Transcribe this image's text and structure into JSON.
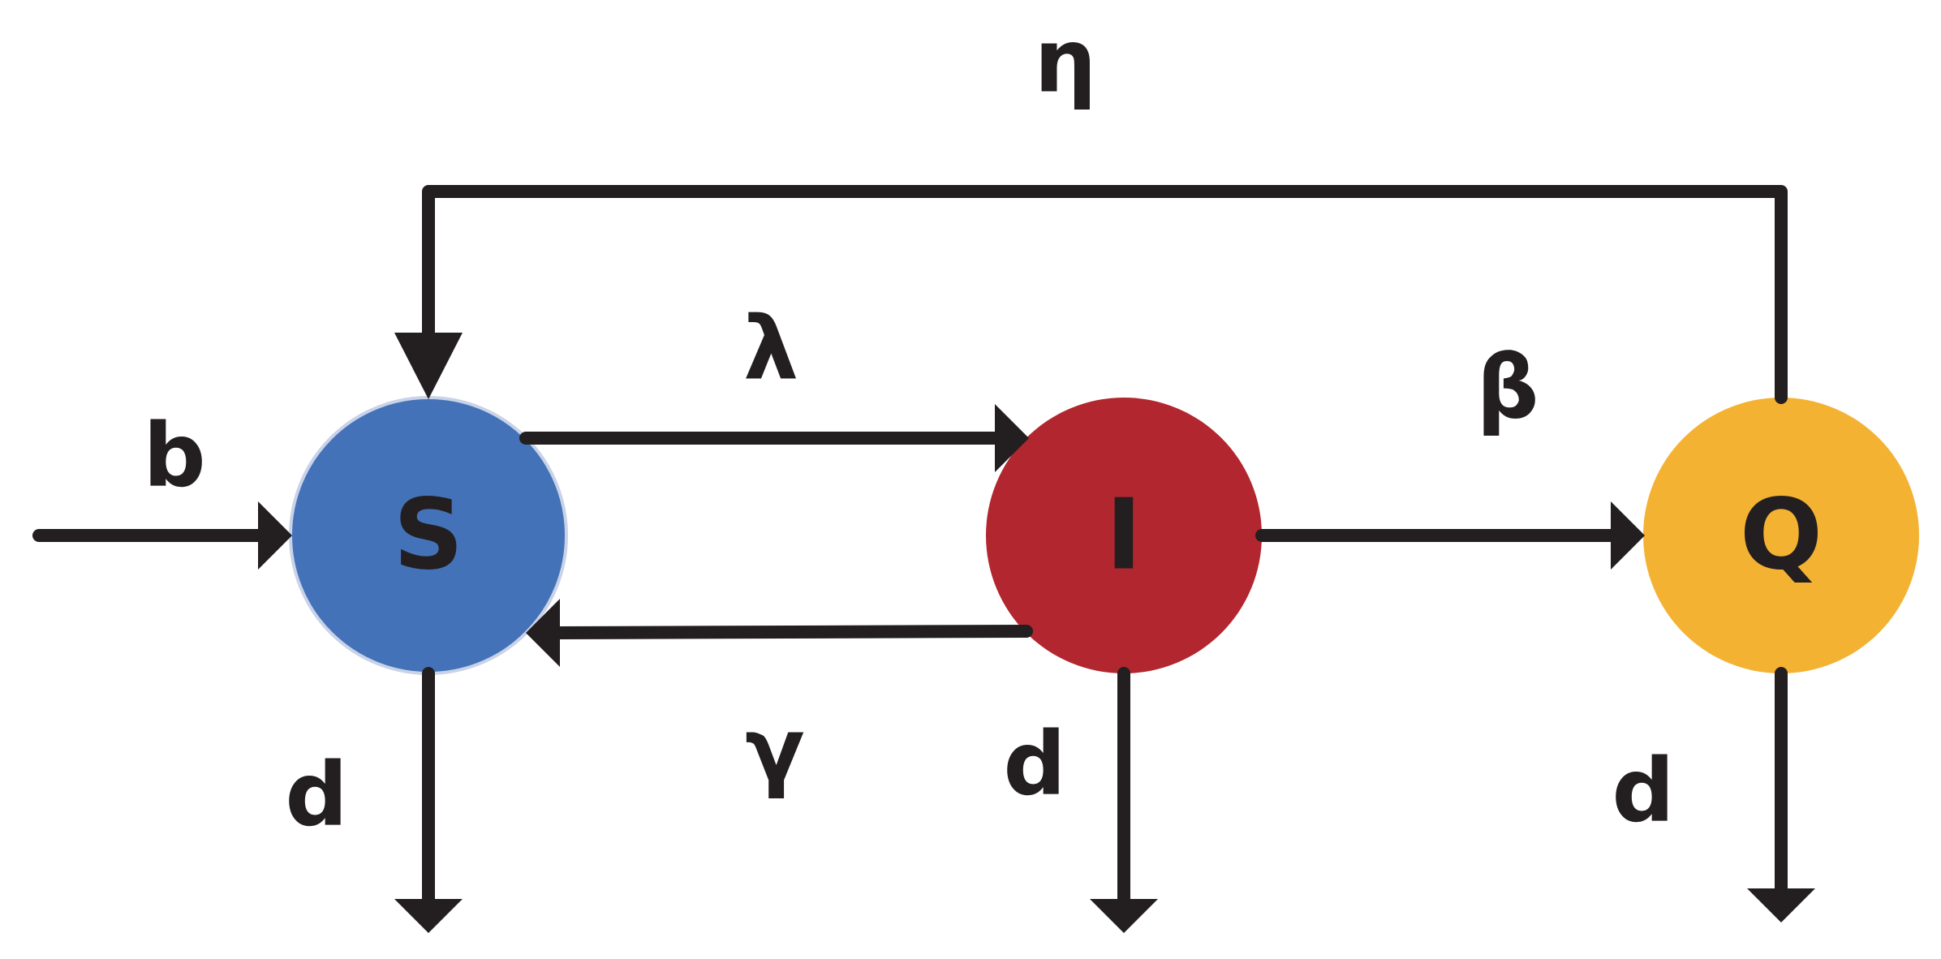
{
  "colors": {
    "susceptible": "#4472b8",
    "infected": "#b2262f",
    "quarantined": "#f4b233",
    "stroke": "#231f20"
  },
  "nodes": {
    "s": {
      "label": "S"
    },
    "i": {
      "label": "I"
    },
    "q": {
      "label": "Q"
    }
  },
  "rates": {
    "birth": "b",
    "infection": "λ",
    "recovery": "γ",
    "quarantine": "β",
    "release": "η",
    "death_s": "d",
    "death_i": "d",
    "death_q": "d"
  }
}
